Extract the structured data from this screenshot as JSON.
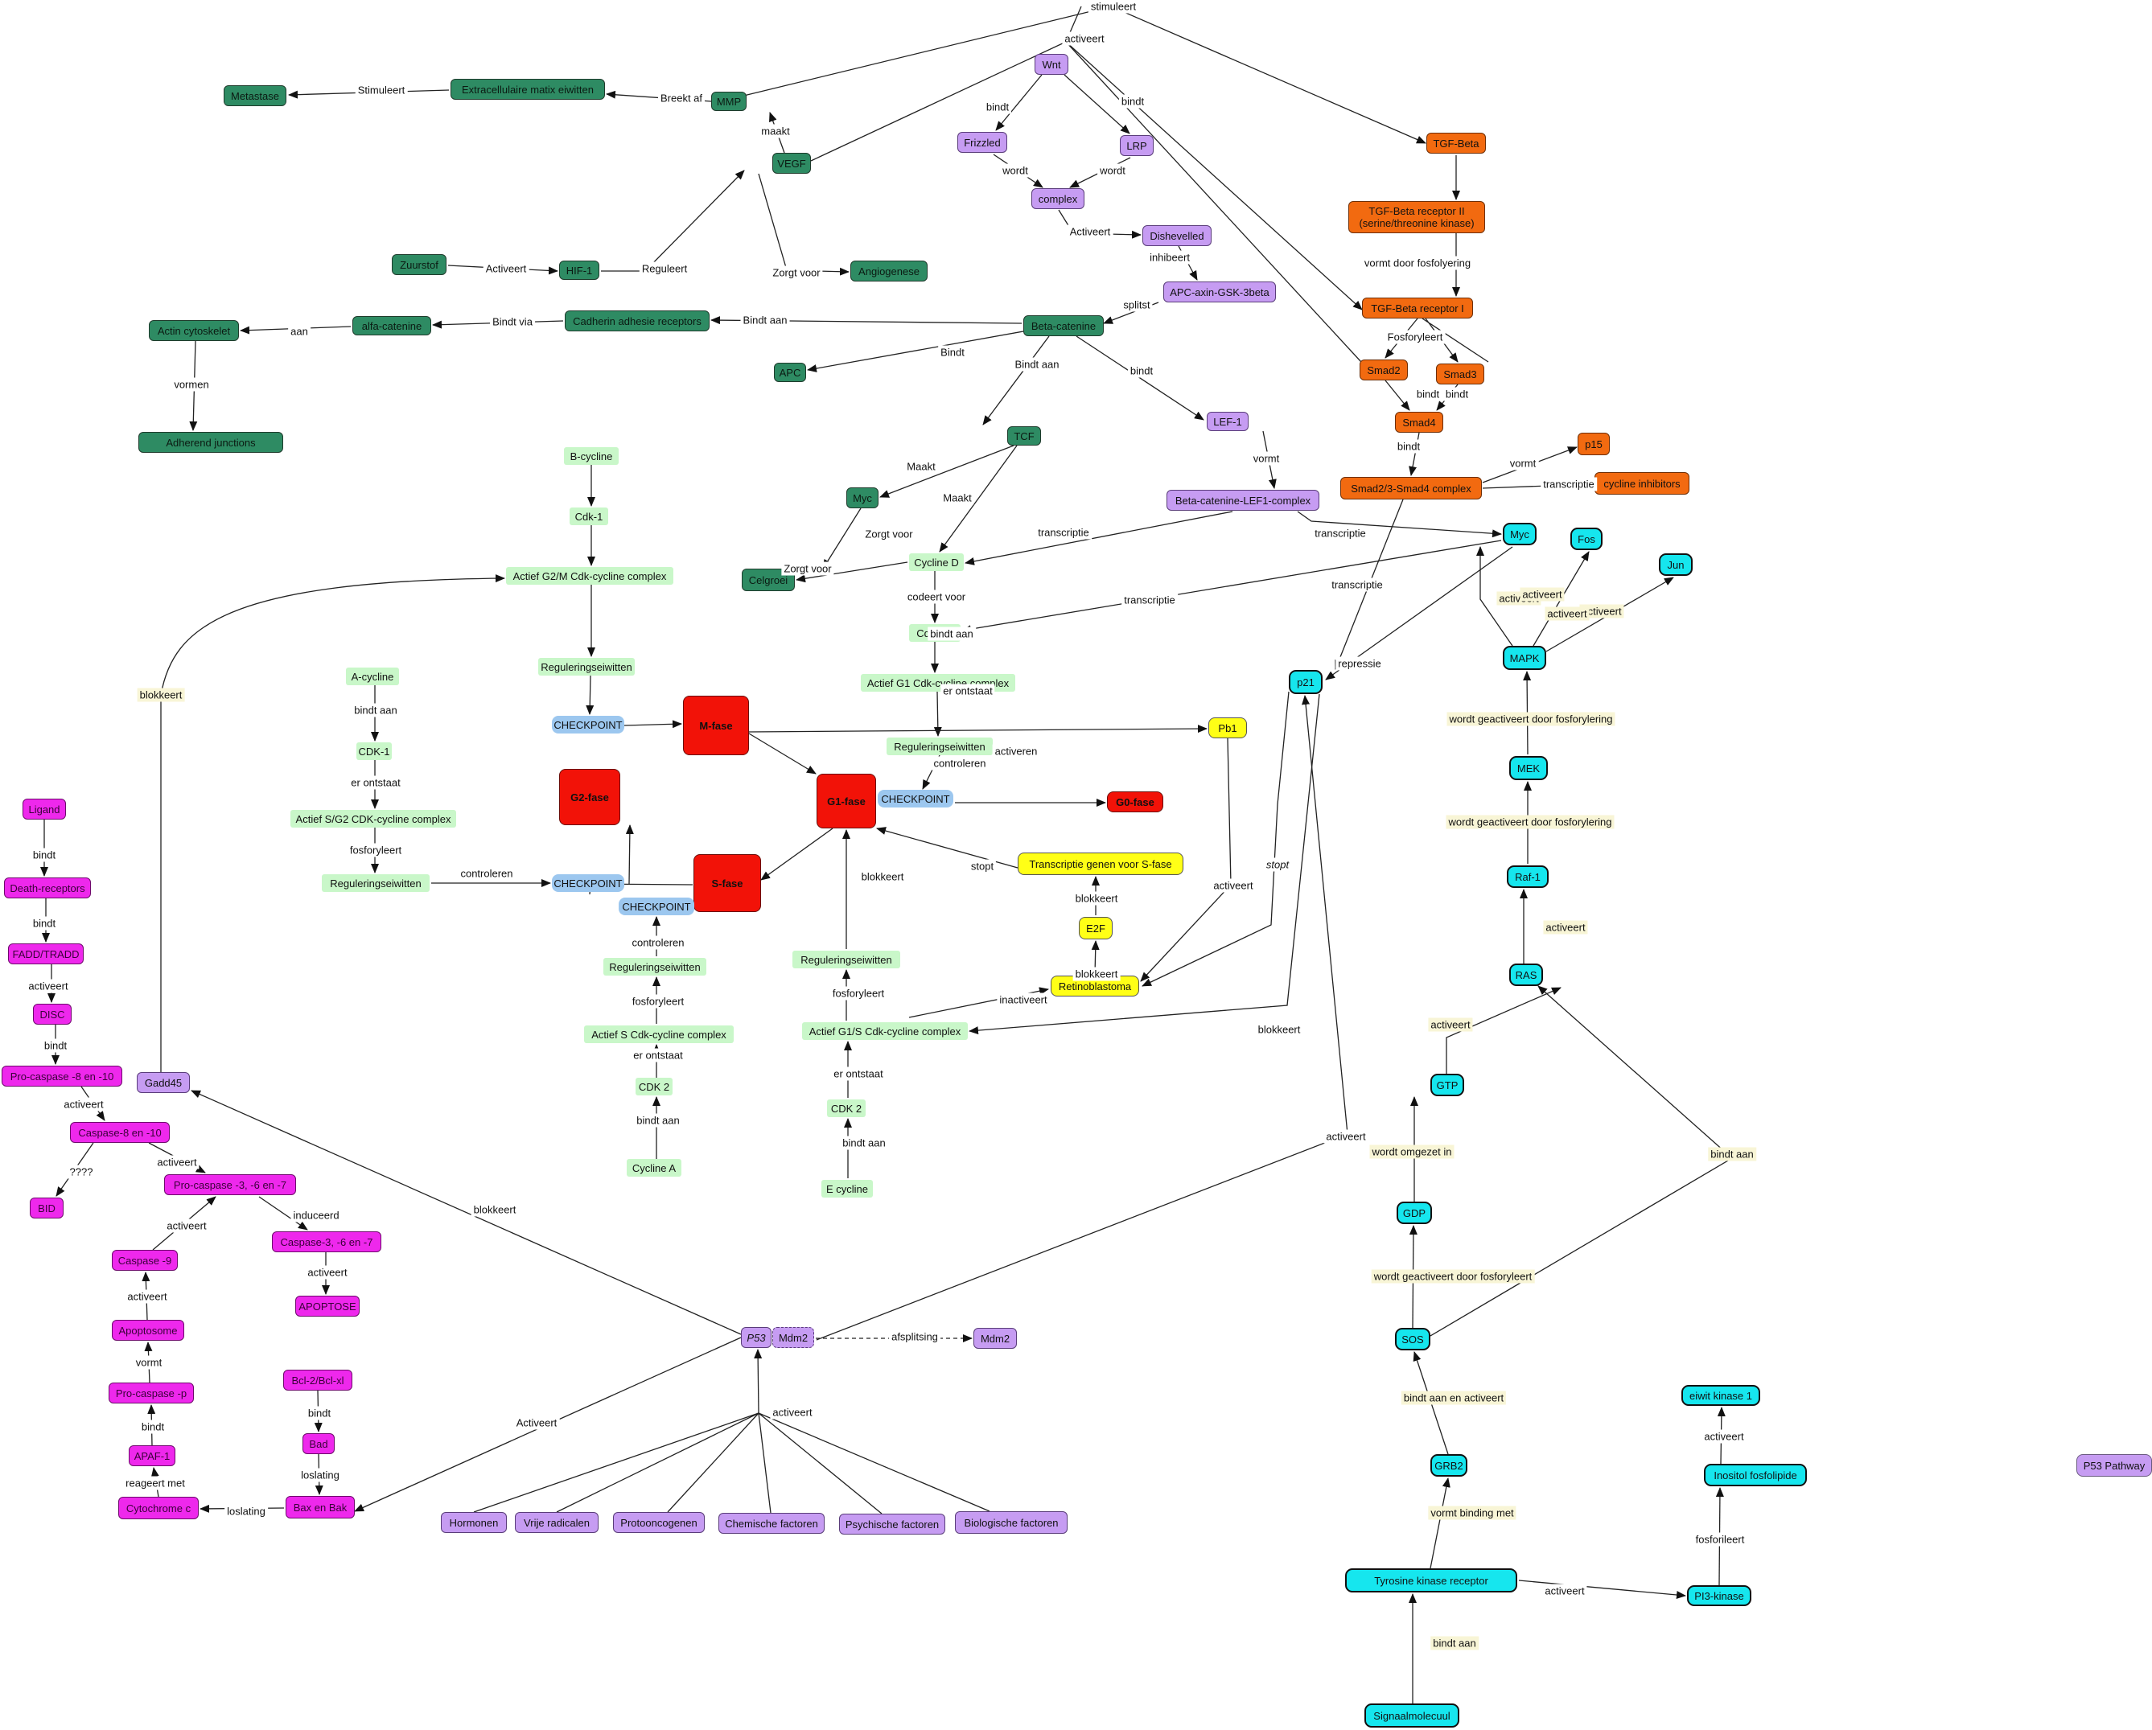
{
  "title": "P53 Pathway",
  "nodes": [
    {
      "id": "metastase",
      "label": "Metastase",
      "type": "green"
    },
    {
      "id": "ecm",
      "label": "Extracellulaire matix eiwitten",
      "type": "green"
    },
    {
      "id": "mmp",
      "label": "MMP",
      "type": "green"
    },
    {
      "id": "vegf",
      "label": "VEGF",
      "type": "green"
    },
    {
      "id": "zuurstof",
      "label": "Zuurstof",
      "type": "green"
    },
    {
      "id": "hif1",
      "label": "HIF-1",
      "type": "green"
    },
    {
      "id": "angiogenese",
      "label": "Angiogenese",
      "type": "green"
    },
    {
      "id": "actin",
      "label": "Actin cytoskelet",
      "type": "green"
    },
    {
      "id": "alfacat",
      "label": "alfa-catenine",
      "type": "green"
    },
    {
      "id": "cadherin",
      "label": "Cadherin adhesie receptors",
      "type": "green"
    },
    {
      "id": "betacat",
      "label": "Beta-catenine",
      "type": "green"
    },
    {
      "id": "adherend",
      "label": "Adherend junctions",
      "type": "green"
    },
    {
      "id": "apc",
      "label": "APC",
      "type": "green"
    },
    {
      "id": "tcf",
      "label": "TCF",
      "type": "green"
    },
    {
      "id": "mycg",
      "label": "Myc",
      "type": "green"
    },
    {
      "id": "celgroei",
      "label": "Celgroei",
      "type": "green"
    },
    {
      "id": "wnt",
      "label": "Wnt",
      "type": "lilac"
    },
    {
      "id": "frizzled",
      "label": "Frizzled",
      "type": "lilac"
    },
    {
      "id": "lrp",
      "label": "LRP",
      "type": "lilac"
    },
    {
      "id": "complex",
      "label": "complex",
      "type": "lilac"
    },
    {
      "id": "dishevelled",
      "label": "Dishevelled",
      "type": "lilac"
    },
    {
      "id": "apcaxin",
      "label": "APC-axin-GSK-3beta",
      "type": "lilac"
    },
    {
      "id": "lef1",
      "label": "LEF-1",
      "type": "lilac"
    },
    {
      "id": "betalef",
      "label": "Beta-catenine-LEF1-complex",
      "type": "lilac"
    },
    {
      "id": "gadd45",
      "label": "Gadd45",
      "type": "lilac"
    },
    {
      "id": "mdm2b",
      "label": "Mdm2",
      "type": "lilac"
    },
    {
      "id": "hormonen",
      "label": "Hormonen",
      "type": "lilac"
    },
    {
      "id": "vrije",
      "label": "Vrije radicalen",
      "type": "lilac"
    },
    {
      "id": "proto",
      "label": "Protooncogenen",
      "type": "lilac"
    },
    {
      "id": "chem",
      "label": "Chemische factoren",
      "type": "lilac"
    },
    {
      "id": "psych",
      "label": "Psychische factoren",
      "type": "lilac"
    },
    {
      "id": "bio",
      "label": "Biologische factoren",
      "type": "lilac"
    },
    {
      "id": "p53",
      "label": "P53",
      "type": "lilac"
    },
    {
      "id": "mdm2a",
      "label": "Mdm2",
      "type": "dashed"
    },
    {
      "id": "p53title",
      "label": "P53 Pathway",
      "type": "title"
    },
    {
      "id": "tgfb",
      "label": "TGF-Beta",
      "type": "orange"
    },
    {
      "id": "tgfbr2",
      "label": "TGF-Beta receptor II\n(serine/threonine kinase)",
      "type": "orange"
    },
    {
      "id": "tgfbr1",
      "label": "TGF-Beta receptor I",
      "type": "orange"
    },
    {
      "id": "smad2",
      "label": "Smad2",
      "type": "orange"
    },
    {
      "id": "smad3",
      "label": "Smad3",
      "type": "orange"
    },
    {
      "id": "smad4",
      "label": "Smad4",
      "type": "orange"
    },
    {
      "id": "smadc",
      "label": "Smad2/3-Smad4 complex",
      "type": "orange"
    },
    {
      "id": "p15",
      "label": "p15",
      "type": "orange"
    },
    {
      "id": "cyclinh",
      "label": "cycline inhibitors",
      "type": "orange"
    },
    {
      "id": "mycc",
      "label": "Myc",
      "type": "cyan"
    },
    {
      "id": "fos",
      "label": "Fos",
      "type": "cyan"
    },
    {
      "id": "jun",
      "label": "Jun",
      "type": "cyan"
    },
    {
      "id": "mapk",
      "label": "MAPK",
      "type": "cyan"
    },
    {
      "id": "p21",
      "label": "p21",
      "type": "cyan"
    },
    {
      "id": "mek",
      "label": "MEK",
      "type": "cyan"
    },
    {
      "id": "raf1",
      "label": "Raf-1",
      "type": "cyan"
    },
    {
      "id": "ras",
      "label": "RAS",
      "type": "cyan"
    },
    {
      "id": "gtp",
      "label": "GTP",
      "type": "cyan"
    },
    {
      "id": "gdp",
      "label": "GDP",
      "type": "cyan"
    },
    {
      "id": "sos",
      "label": "SOS",
      "type": "cyan"
    },
    {
      "id": "grb2",
      "label": "GRB2",
      "type": "cyan"
    },
    {
      "id": "tkr",
      "label": "Tyrosine kinase receptor",
      "type": "cyan"
    },
    {
      "id": "signaal",
      "label": "Signaalmolecuul",
      "type": "cyan"
    },
    {
      "id": "pi3k",
      "label": "PI3-kinase",
      "type": "cyan"
    },
    {
      "id": "inositol",
      "label": "Inositol fosfolipide",
      "type": "cyan"
    },
    {
      "id": "eiwitk",
      "label": "eiwit kinase 1",
      "type": "cyan"
    },
    {
      "id": "ligand",
      "label": "Ligand",
      "type": "magenta"
    },
    {
      "id": "death",
      "label": "Death-receptors",
      "type": "magenta"
    },
    {
      "id": "fadd",
      "label": "FADD/TRADD",
      "type": "magenta"
    },
    {
      "id": "disc",
      "label": "DISC",
      "type": "magenta"
    },
    {
      "id": "procasp810",
      "label": "Pro-caspase -8 en -10",
      "type": "magenta"
    },
    {
      "id": "casp810",
      "label": "Caspase-8 en -10",
      "type": "magenta"
    },
    {
      "id": "bid",
      "label": "BID",
      "type": "magenta"
    },
    {
      "id": "procasp367",
      "label": "Pro-caspase -3, -6 en -7",
      "type": "magenta"
    },
    {
      "id": "casp9",
      "label": "Caspase -9",
      "type": "magenta"
    },
    {
      "id": "casp367",
      "label": "Caspase-3, -6 en -7",
      "type": "magenta"
    },
    {
      "id": "apoptose",
      "label": "APOPTOSE",
      "type": "magenta"
    },
    {
      "id": "apoptosome",
      "label": "Apoptosome",
      "type": "magenta"
    },
    {
      "id": "procasp9",
      "label": "Pro-caspase -p",
      "type": "magenta"
    },
    {
      "id": "apaf1",
      "label": "APAF-1",
      "type": "magenta"
    },
    {
      "id": "cytc",
      "label": "Cytochrome c",
      "type": "magenta"
    },
    {
      "id": "bcl2",
      "label": "Bcl-2/Bcl-xl",
      "type": "magenta"
    },
    {
      "id": "bad",
      "label": "Bad",
      "type": "magenta"
    },
    {
      "id": "baxbak",
      "label": "Bax en Bak",
      "type": "magenta"
    },
    {
      "id": "pb1",
      "label": "Pb1",
      "type": "yellow"
    },
    {
      "id": "transsfase",
      "label": "Transcriptie genen voor S-fase",
      "type": "yellow"
    },
    {
      "id": "e2f",
      "label": "E2F",
      "type": "yellow"
    },
    {
      "id": "retino",
      "label": "Retinoblastoma",
      "type": "yellow"
    },
    {
      "id": "mfase",
      "label": "M-fase",
      "type": "red"
    },
    {
      "id": "g2fase",
      "label": "G2-fase",
      "type": "red"
    },
    {
      "id": "g1fase",
      "label": "G1-fase",
      "type": "red"
    },
    {
      "id": "sfase",
      "label": "S-fase",
      "type": "red"
    },
    {
      "id": "g0fase",
      "label": "G0-fase",
      "type": "red"
    },
    {
      "id": "bcycline",
      "label": "B-cycline",
      "type": "pale"
    },
    {
      "id": "cdk1a",
      "label": "Cdk-1",
      "type": "pale"
    },
    {
      "id": "actg2m",
      "label": "Actief G2/M Cdk-cycline complex",
      "type": "pale"
    },
    {
      "id": "reg1",
      "label": "Reguleringseiwitten",
      "type": "pale"
    },
    {
      "id": "acycline",
      "label": "A-cycline",
      "type": "pale"
    },
    {
      "id": "cdk1b",
      "label": "CDK-1",
      "type": "pale"
    },
    {
      "id": "actsg2",
      "label": "Actief S/G2 CDK-cycline complex",
      "type": "pale"
    },
    {
      "id": "reg2",
      "label": "Reguleringseiwitten",
      "type": "pale"
    },
    {
      "id": "reg3",
      "label": "Reguleringseiwitten",
      "type": "pale"
    },
    {
      "id": "acts",
      "label": "Actief S Cdk-cycline complex",
      "type": "pale"
    },
    {
      "id": "cdk2a",
      "label": "CDK 2",
      "type": "pale"
    },
    {
      "id": "cyclinea",
      "label": "Cycline A",
      "type": "pale"
    },
    {
      "id": "cyclined",
      "label": "Cycline D",
      "type": "pale"
    },
    {
      "id": "cdk46",
      "label": "Cdk-4,6",
      "type": "pale"
    },
    {
      "id": "actg1",
      "label": "Actief G1 Cdk-cycline complex",
      "type": "pale"
    },
    {
      "id": "reg4",
      "label": "Reguleringseiwitten",
      "type": "pale"
    },
    {
      "id": "reg5",
      "label": "Reguleringseiwitten",
      "type": "pale"
    },
    {
      "id": "actg1s",
      "label": "Actief G1/S Cdk-cycline complex",
      "type": "pale"
    },
    {
      "id": "cdk2b",
      "label": "CDK 2",
      "type": "pale"
    },
    {
      "id": "ecycline",
      "label": "E cycline",
      "type": "pale"
    },
    {
      "id": "cp1",
      "label": "CHECKPOINT",
      "type": "blue"
    },
    {
      "id": "cp2",
      "label": "CHECKPOINT",
      "type": "blue"
    },
    {
      "id": "cp3",
      "label": "CHECKPOINT",
      "type": "blue"
    },
    {
      "id": "cp4",
      "label": "CHECKPOINT",
      "type": "blue"
    }
  ],
  "labels": [
    "stimuleert",
    "activeert",
    "Stimuleert",
    "Breekt af",
    "maakt",
    "Activeert",
    "Reguleert",
    "Zorgt voor",
    "bindt",
    "bindt",
    "wordt",
    "wordt",
    "Activeert",
    "inhibeert",
    "splitst",
    "Bindt aan",
    "Bindt via",
    "aan",
    "vormen",
    "Bindt",
    "Bindt aan",
    "bindt",
    "Maakt",
    "Maakt",
    "Zorgt voor",
    "Zorgt voor",
    "vormt",
    "transcriptie",
    "transcriptie",
    "bindt",
    "vormt door fosfolyering",
    "Fosforyleert",
    "bindt",
    "bindt",
    "vormt",
    "transcriptie",
    "transcriptie",
    "transcriptie",
    "codeert voor",
    "bindt aan",
    "er ontstaat",
    "activeren",
    "controleren",
    "bindt aan",
    "er ontstaat",
    "fosforyleert",
    "controleren",
    "blokkeert",
    "bindt aan",
    "er ontstaat",
    "fosforyleert",
    "controleren",
    "bindt aan",
    "er ontstaat",
    "fosforyleert",
    "inactiveert",
    "blokkeert",
    "blokkeert",
    "blokkeert",
    "stopt",
    "activeert",
    "stopt",
    "repressie",
    "blokkeert",
    "activeert",
    "activeert",
    "activeert",
    "activeert",
    "wordt geactiveert door fosforylering",
    "wordt geactiveert door fosforylering",
    "activeert",
    "activeert",
    "wordt omgezet in",
    "bindt aan",
    "wordt geactiveert door fosforyleert",
    "bindt aan en activeert",
    "vormt binding met",
    "bindt aan",
    "activeert",
    "fosforileert",
    "activeert",
    "bindt",
    "bindt",
    "activeert",
    "bindt",
    "activeert",
    "????",
    "activeert",
    "activeert",
    "induceerd",
    "activeert",
    "activeert",
    "vormt",
    "bindt",
    "reageert met",
    "loslating",
    "bindt",
    "loslating",
    "Activeert",
    "activeert",
    "afsplitsing",
    "activeert",
    "blokkeert"
  ]
}
